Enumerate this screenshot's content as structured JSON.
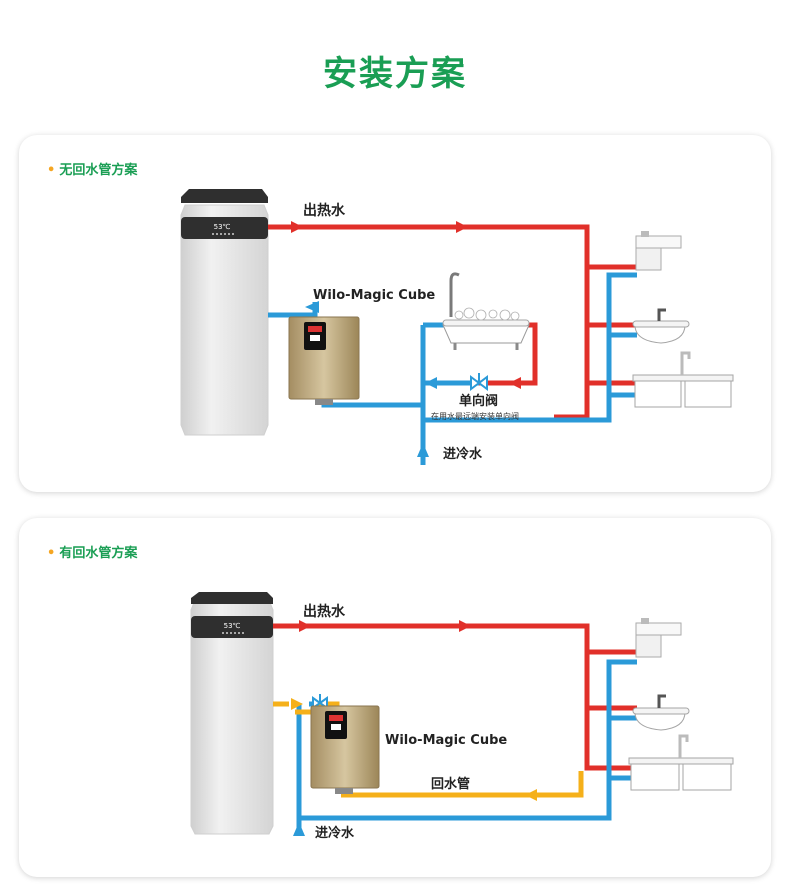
{
  "page": {
    "title": "安装方案"
  },
  "panels": [
    {
      "title": "无回水管方案",
      "heater_display": "53℃",
      "labels": {
        "hot_out": "出热水",
        "pump": "Wilo-Magic Cube",
        "check_valve": "单向阀",
        "check_valve_note": "在用水最远端安装单向阀",
        "cold_in": "进冷水"
      }
    },
    {
      "title": "有回水管方案",
      "heater_display": "53℃",
      "labels": {
        "hot_out": "出热水",
        "pump": "Wilo-Magic Cube",
        "return_pipe": "回水管",
        "cold_in": "进冷水"
      }
    }
  ],
  "colors": {
    "title_green": "#1a9e54",
    "bullet_orange": "#f5a623",
    "hot_pipe": "#e1302a",
    "cold_pipe": "#2b9ad8",
    "return_pipe": "#f5b01a",
    "heater_body": "#e2e2e2",
    "heater_band": "#2f2f2f",
    "pump_gold": "#b8a37a"
  },
  "icons": [
    "water-heater-icon",
    "pump-icon",
    "bathtub-icon",
    "wash-basin-icon",
    "kitchen-sink-icon",
    "faucet-icon",
    "check-valve-icon",
    "arrow-icon"
  ]
}
